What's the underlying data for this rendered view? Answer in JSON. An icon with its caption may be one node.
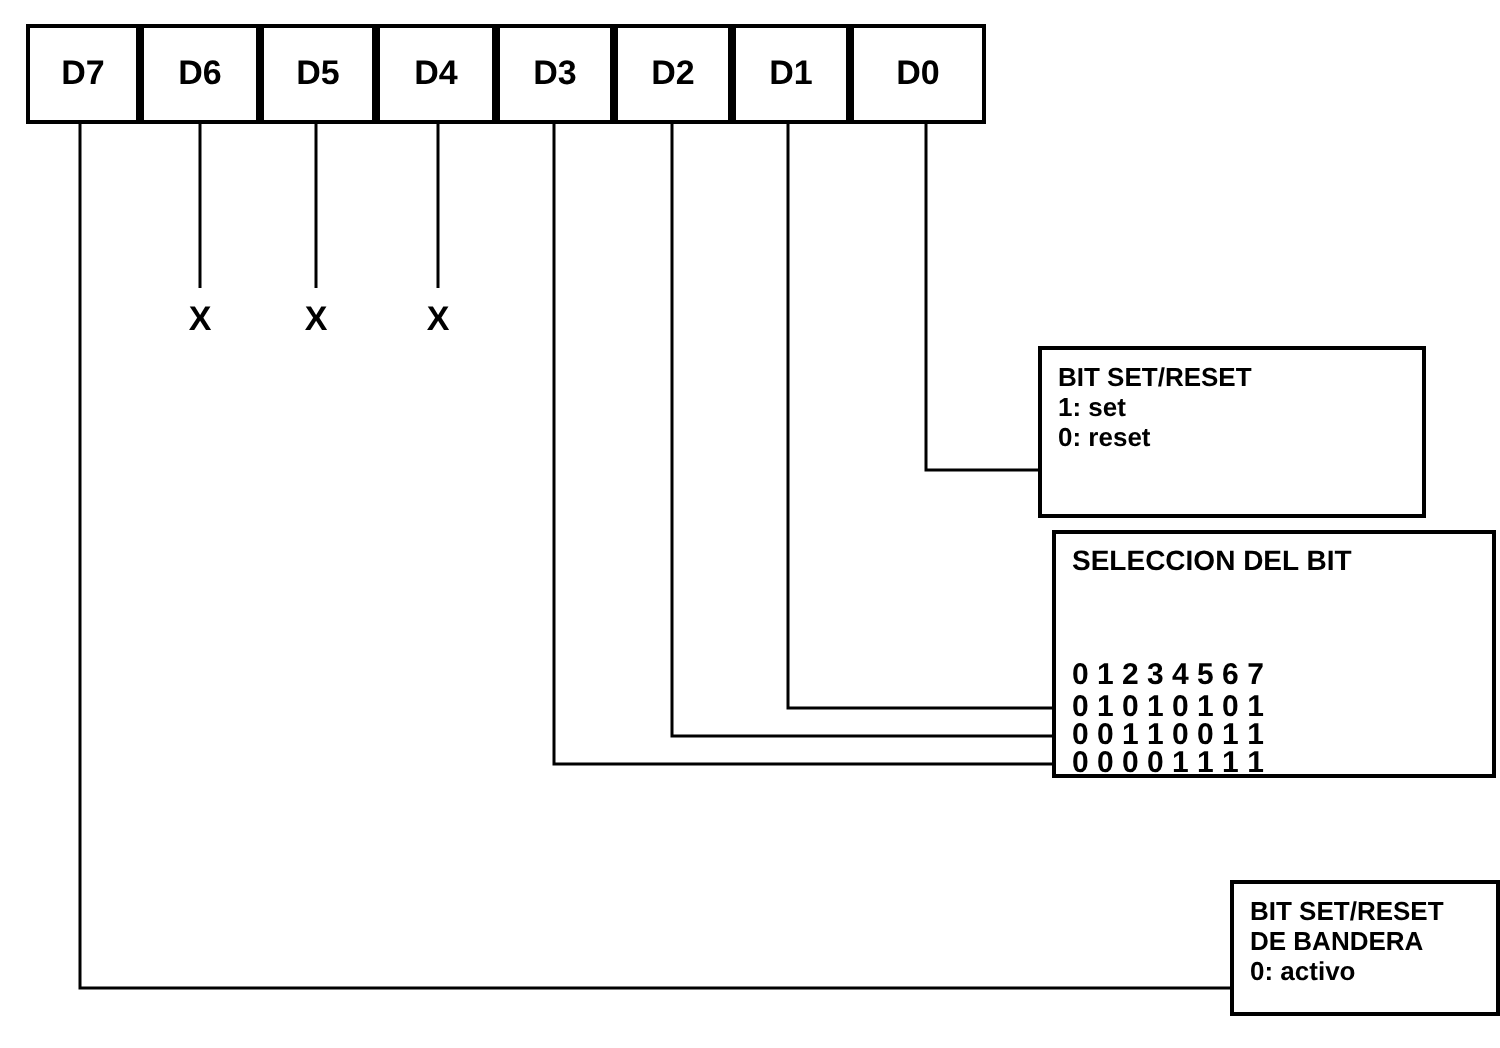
{
  "diagram": {
    "nodes": [
      {
        "text": [
          "D7"
        ]
      },
      {
        "text": [
          "D6"
        ]
      },
      {
        "text": [
          "D5"
        ]
      },
      {
        "text": [
          "D4"
        ]
      },
      {
        "text": [
          "D3"
        ]
      },
      {
        "text": [
          "D2"
        ]
      },
      {
        "text": [
          "D1"
        ]
      },
      {
        "text": [
          "D0"
        ]
      },
      {
        "text": [
          "X"
        ]
      },
      {
        "text": [
          "X"
        ]
      },
      {
        "text": [
          "X"
        ]
      },
      {
        "text": [
          "BIT SET/RESET",
          "1: set",
          "0: reset"
        ]
      },
      {
        "text": [
          "SELECCION DEL BIT"
        ]
      },
      {
        "text": [
          "0 1 2 3 4 5 6 7"
        ],
        "in": 12
      },
      {
        "text": [
          "0 1 0 1 0 1 0 1"
        ],
        "in": 12
      },
      {
        "text": [
          "0 0 1 1 0 0 1 1"
        ],
        "in": 12
      },
      {
        "text": [
          "0 0 0 0 1 1 1 1"
        ],
        "in": 12
      },
      {
        "text": [
          "BIT SET/RESET DE BANDERA",
          "0: activo"
        ]
      }
    ],
    "edges": [
      {
        "from": 0,
        "to": 17,
        "arrow": "none"
      },
      {
        "from": 1,
        "to": 8,
        "arrow": "none"
      },
      {
        "from": 2,
        "to": 9,
        "arrow": "none"
      },
      {
        "from": 3,
        "to": 10,
        "arrow": "none"
      },
      {
        "from": 4,
        "to": 16,
        "arrow": "none"
      },
      {
        "from": 5,
        "to": 15,
        "arrow": "none"
      },
      {
        "from": 6,
        "to": 14,
        "arrow": "none"
      },
      {
        "from": 7,
        "to": 11,
        "arrow": "none"
      }
    ]
  }
}
